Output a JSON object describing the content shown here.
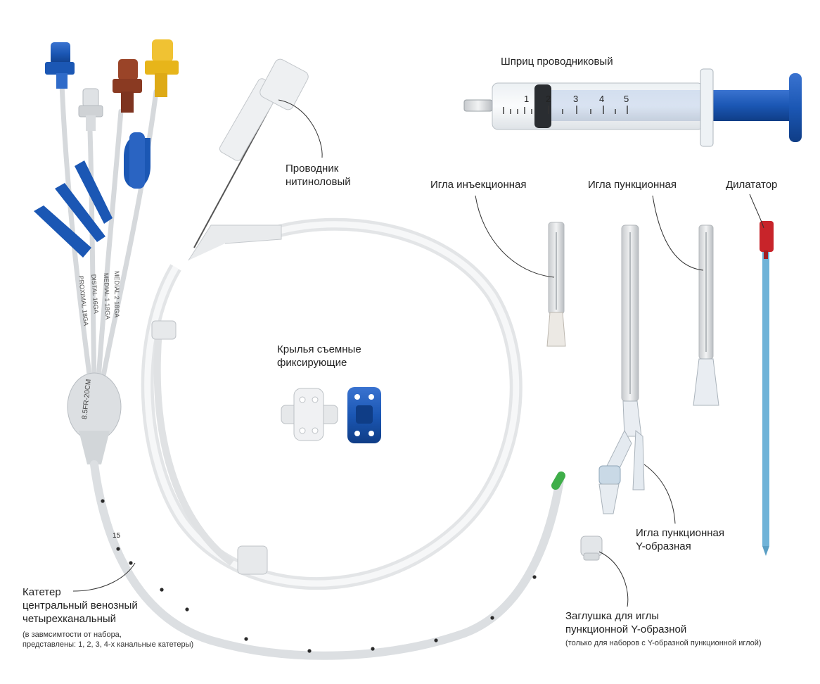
{
  "labels": {
    "syringe": "Шприц проводниковый",
    "guidewire": [
      "Проводник",
      "нитиноловый"
    ],
    "injection_needle": "Игла инъекционная",
    "puncture_needle": "Игла пункционная",
    "dilator": "Дилататор",
    "wings": [
      "Крылья съемные",
      "фиксирующие"
    ],
    "y_needle": [
      "Игла пункционная",
      "Y-образная"
    ],
    "plug": [
      "Заглушка для иглы",
      "пункционной Y-образной"
    ],
    "plug_note": "(только для наборов с Y-образной пункционной иглой)",
    "catheter": [
      "Катетер",
      "центральный венозный",
      "четырехканальный"
    ],
    "catheter_note": [
      "(в завмсимтости от набора,",
      "представлены: 1, 2, 3, 4-х канальные катетеры)"
    ]
  },
  "device_text": {
    "syringe_scale": [
      "1",
      "2",
      "3",
      "4",
      "5"
    ],
    "catheter_mark": "15",
    "hub_mark": "8.5FR-20CM",
    "line_marks": [
      "PROXIMAL 18GA",
      "DISTAL 16GA",
      "MEDIAL 1 18GA",
      "MEDIAL 2 18GA"
    ]
  },
  "colors": {
    "blue": "#1b57b4",
    "brown": "#8a3a22",
    "yellow": "#e7b51a",
    "gray_cap": "#cfd2d5",
    "red_handle": "#c8242a",
    "dilator_shaft": "#6fb3d8",
    "catheter_tip": "#3fae49"
  }
}
